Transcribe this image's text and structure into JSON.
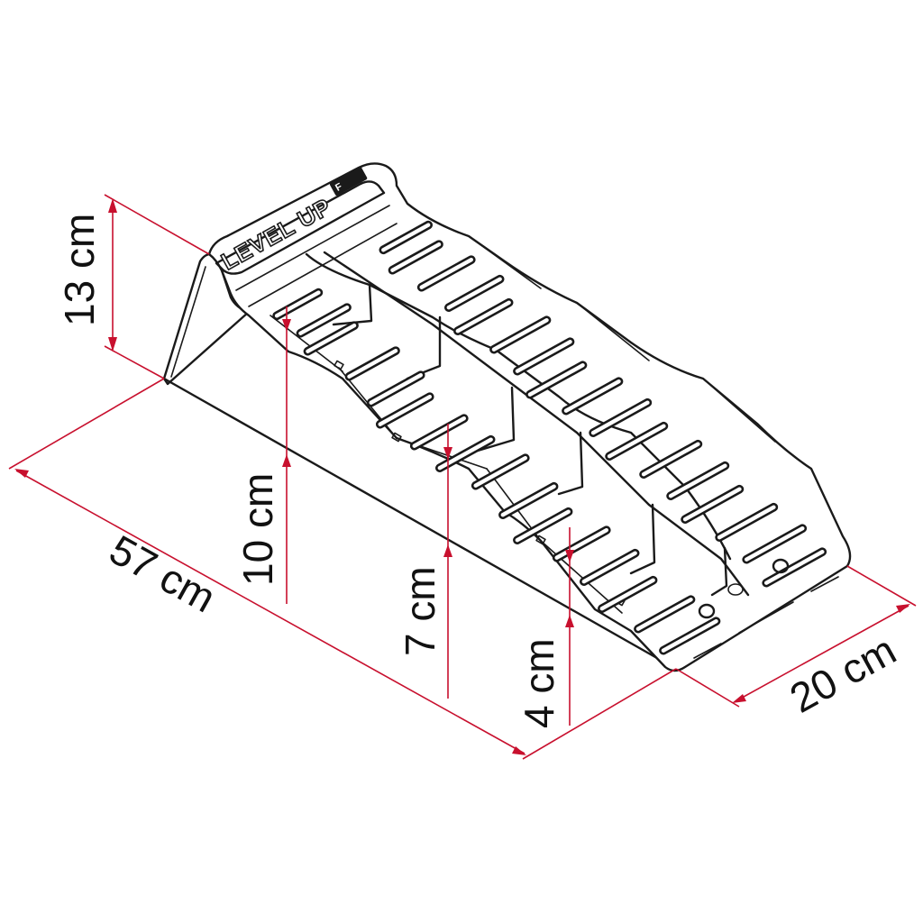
{
  "diagram": {
    "subject": "Leveling ramp",
    "brand_label": "LEVEL UP",
    "logo_label": "F",
    "colors": {
      "outline": "#1a1a1a",
      "dimension": "#c8102e",
      "background": "#ffffff"
    },
    "dimensions": {
      "total_height": {
        "label": "13 cm",
        "value": 13,
        "unit": "cm"
      },
      "step_1_height": {
        "label": "10 cm",
        "value": 10,
        "unit": "cm"
      },
      "step_2_height": {
        "label": "7 cm",
        "value": 7,
        "unit": "cm"
      },
      "step_3_height": {
        "label": "4 cm",
        "value": 4,
        "unit": "cm"
      },
      "length": {
        "label": "57 cm",
        "value": 57,
        "unit": "cm"
      },
      "width": {
        "label": "20 cm",
        "value": 20,
        "unit": "cm"
      }
    }
  }
}
